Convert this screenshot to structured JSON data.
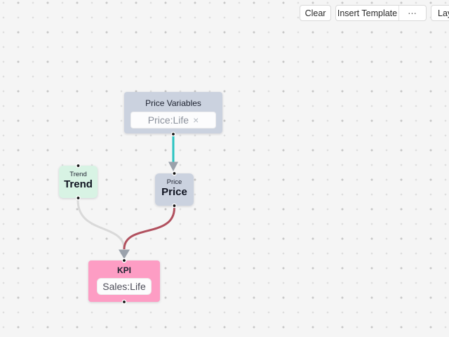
{
  "toolbar": {
    "clear": "Clear",
    "insert_template": "Insert Template",
    "more": "⋯",
    "layout": "Layout"
  },
  "graph": {
    "nodes": {
      "price_variables": {
        "title": "Price Variables",
        "tag": "Price:Life",
        "remove": "×",
        "fill": "#cbd2df"
      },
      "trend": {
        "type": "Trend",
        "name": "Trend",
        "fill": "#d8f3e4"
      },
      "price": {
        "type": "Price",
        "name": "Price",
        "fill": "#cbd2df"
      },
      "kpi": {
        "title": "KPI",
        "tag": "Sales:Life",
        "fill": "#fd9dc4"
      }
    },
    "edges": [
      {
        "from": "price_variables",
        "to": "price",
        "color": "#2bc4c1"
      },
      {
        "from": "trend",
        "to": "kpi",
        "color": "#d9d9d9"
      },
      {
        "from": "price",
        "to": "kpi",
        "color": "#b1505e"
      }
    ],
    "arrow_color": "#9aa1ab",
    "port_color": "#141414"
  }
}
